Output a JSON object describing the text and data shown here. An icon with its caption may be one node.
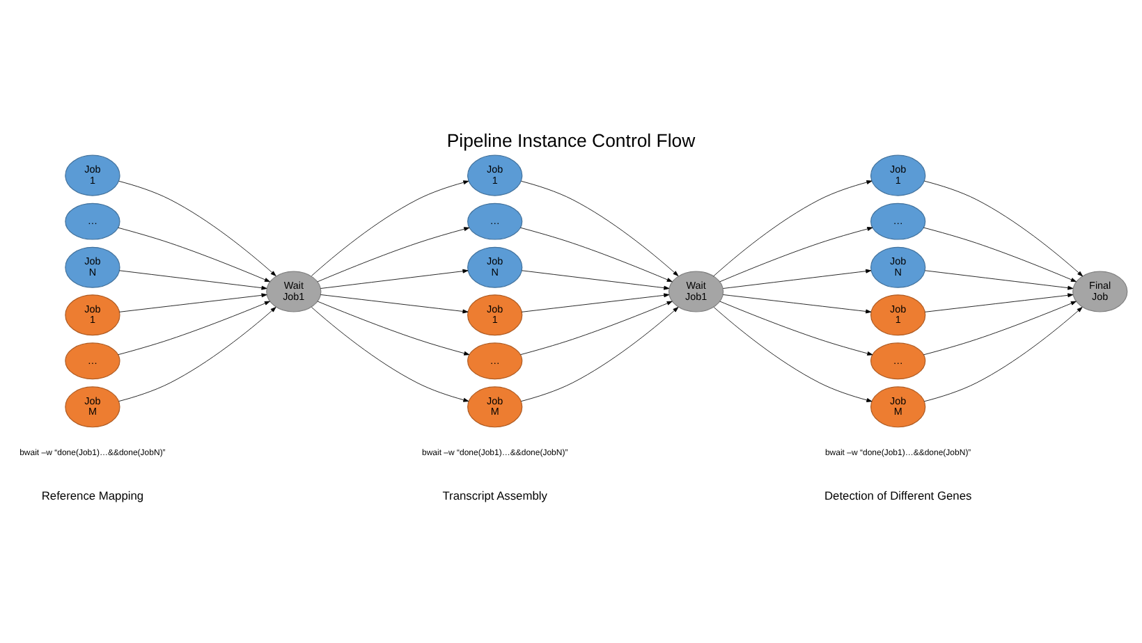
{
  "diagram": {
    "title": "Pipeline Instance Control Flow",
    "nodes": [
      {
        "text": [
          "Job 1"
        ]
      },
      {
        "text": [
          "…"
        ]
      },
      {
        "text": [
          "Job N"
        ]
      },
      {
        "text": [
          "Job 1"
        ]
      },
      {
        "text": [
          "…"
        ]
      },
      {
        "text": [
          "Job M"
        ]
      },
      {
        "text": [
          "Wait Job1"
        ]
      },
      {
        "text": [
          "Job 1"
        ]
      },
      {
        "text": [
          "…"
        ]
      },
      {
        "text": [
          "Job N"
        ]
      },
      {
        "text": [
          "Job 1"
        ]
      },
      {
        "text": [
          "…"
        ]
      },
      {
        "text": [
          "Job M"
        ]
      },
      {
        "text": [
          "Wait Job1"
        ]
      },
      {
        "text": [
          "Job 1"
        ]
      },
      {
        "text": [
          "…"
        ]
      },
      {
        "text": [
          "Job N"
        ]
      },
      {
        "text": [
          "Job 1"
        ]
      },
      {
        "text": [
          "…"
        ]
      },
      {
        "text": [
          "Job M"
        ]
      },
      {
        "text": [
          "Final Job"
        ]
      }
    ],
    "edges": [
      {
        "from": 0,
        "to": 6,
        "arrow": "to"
      },
      {
        "from": 1,
        "to": 6,
        "arrow": "to"
      },
      {
        "from": 2,
        "to": 6,
        "arrow": "to"
      },
      {
        "from": 3,
        "to": 6,
        "arrow": "to"
      },
      {
        "from": 4,
        "to": 6,
        "arrow": "to"
      },
      {
        "from": 5,
        "to": 6,
        "arrow": "to"
      },
      {
        "from": 6,
        "to": 7,
        "arrow": "to"
      },
      {
        "from": 6,
        "to": 8,
        "arrow": "to"
      },
      {
        "from": 6,
        "to": 9,
        "arrow": "to"
      },
      {
        "from": 6,
        "to": 10,
        "arrow": "to"
      },
      {
        "from": 6,
        "to": 11,
        "arrow": "to"
      },
      {
        "from": 6,
        "to": 12,
        "arrow": "to"
      },
      {
        "from": 7,
        "to": 13,
        "arrow": "to"
      },
      {
        "from": 8,
        "to": 13,
        "arrow": "to"
      },
      {
        "from": 9,
        "to": 13,
        "arrow": "to"
      },
      {
        "from": 10,
        "to": 13,
        "arrow": "to"
      },
      {
        "from": 11,
        "to": 13,
        "arrow": "to"
      },
      {
        "from": 12,
        "to": 13,
        "arrow": "to"
      },
      {
        "from": 13,
        "to": 14,
        "arrow": "to"
      },
      {
        "from": 13,
        "to": 15,
        "arrow": "to"
      },
      {
        "from": 13,
        "to": 16,
        "arrow": "to"
      },
      {
        "from": 13,
        "to": 17,
        "arrow": "to"
      },
      {
        "from": 13,
        "to": 18,
        "arrow": "to"
      },
      {
        "from": 13,
        "to": 19,
        "arrow": "to"
      },
      {
        "from": 14,
        "to": 20,
        "arrow": "to"
      },
      {
        "from": 15,
        "to": 20,
        "arrow": "to"
      },
      {
        "from": 16,
        "to": 20,
        "arrow": "to"
      },
      {
        "from": 17,
        "to": 20,
        "arrow": "to"
      },
      {
        "from": 18,
        "to": 20,
        "arrow": "to"
      },
      {
        "from": 19,
        "to": 20,
        "arrow": "to"
      }
    ],
    "labels": [
      "bwait –w “done(Job1)…&&done(JobN)”",
      "bwait –w “done(Job1)…&&done(JobN)”",
      "bwait –w “done(Job1)…&&done(JobN)”",
      "Reference Mapping",
      "Transcript Assembly",
      "Detection of Different Genes"
    ]
  }
}
